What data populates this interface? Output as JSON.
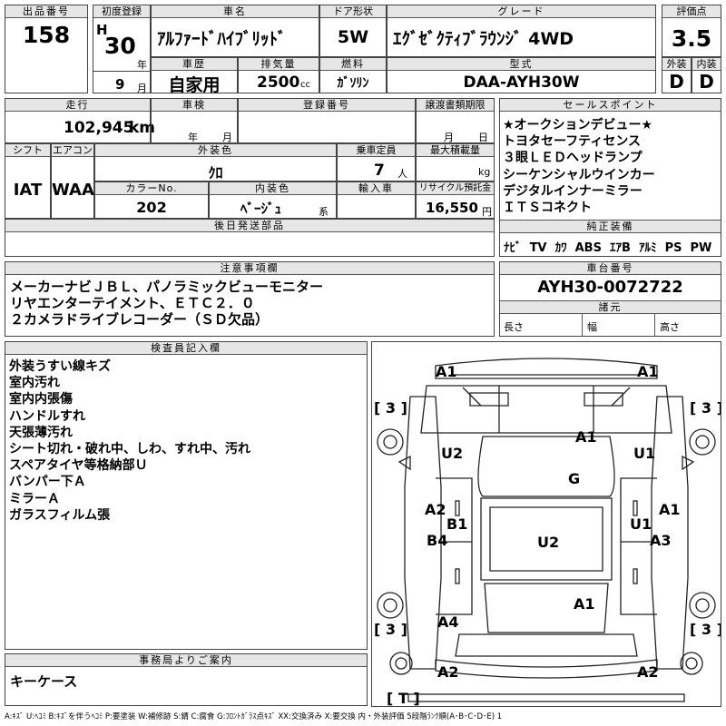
{
  "lot": {
    "label": "出品番号",
    "value": "158"
  },
  "first_reg": {
    "label": "初度登録",
    "era": "H",
    "year": "30",
    "year_unit": "年",
    "month": "9",
    "month_unit": "月"
  },
  "car_name": {
    "label": "車名",
    "value": "ｱﾙﾌｧｰﾄﾞﾊｲﾌﾞﾘｯﾄﾞ"
  },
  "door": {
    "label": "ドア形状",
    "value": "5W"
  },
  "grade": {
    "label": "グレード",
    "value": "ｴｸﾞｾﾞｸﾃｨﾌﾞﾗｳﾝｼﾞ 4WD"
  },
  "score": {
    "label": "評価点",
    "value": "3.5"
  },
  "history": {
    "label": "車歴",
    "value": "自家用"
  },
  "displacement": {
    "label": "排気量",
    "value": "2500",
    "unit": "cc"
  },
  "fuel": {
    "label": "燃料",
    "value": "ｶﾞｿﾘﾝ"
  },
  "model_code": {
    "label": "型式",
    "value": "DAA-AYH30W"
  },
  "ext_grade": {
    "label": "外装",
    "value": "D"
  },
  "int_grade": {
    "label": "内装",
    "value": "D"
  },
  "mileage": {
    "label": "走行",
    "value": "102,945",
    "unit": "km"
  },
  "inspection": {
    "label": "車検",
    "year_unit": "年",
    "month_unit": "月"
  },
  "reg_no": {
    "label": "登録番号"
  },
  "transfer": {
    "label": "譲渡書類期限",
    "month_unit": "月",
    "day_unit": "日"
  },
  "shift": {
    "label": "シフト",
    "value": "IAT"
  },
  "ac": {
    "label": "エアコン",
    "value": "WAA"
  },
  "ext_color": {
    "label": "外装色",
    "value": "ｸﾛ"
  },
  "capacity": {
    "label": "乗車定員",
    "value": "7",
    "unit": "人"
  },
  "max_load": {
    "label": "最大積載量",
    "unit": "kg"
  },
  "color_no": {
    "label": "カラーNo.",
    "value": "202"
  },
  "int_color": {
    "label": "内装色",
    "value": "ﾍﾞｰｼﾞｭ",
    "unit": "系"
  },
  "import": {
    "label": "輸入車"
  },
  "recycle": {
    "label": "リサイクル預託金",
    "value": "16,550",
    "unit": "円"
  },
  "later_parts": {
    "label": "後日発送部品"
  },
  "sales_points": {
    "label": "セールスポイント",
    "items": [
      "★オークションデビュー★",
      "トヨタセーフティセンス",
      "３眼ＬＥＤヘッドランプ",
      "シーケンシャルウインカー",
      "デジタルインナーミラー",
      "ＩＴＳコネクト"
    ]
  },
  "equipment": {
    "label": "純正装備",
    "items": [
      "ﾅﾋﾞ",
      "TV",
      "ｶﾜ",
      "ABS",
      "ｴｱB",
      "ｱﾙﾐ",
      "PS",
      "PW"
    ]
  },
  "notes": {
    "label": "注意事項欄",
    "lines": [
      "メーカーナビＪＢＬ、パノラミックビューモニター",
      "リヤエンターテイメント、ＥＴＣ２．０",
      "２カメラドライブレコーダー（ＳＤ欠品）"
    ]
  },
  "chassis": {
    "label": "車台番号",
    "value": "AYH30-0072722"
  },
  "dims": {
    "label": "諸元",
    "length": "長さ",
    "width": "幅",
    "height": "高さ"
  },
  "inspector": {
    "label": "検査員記入欄",
    "lines": [
      "外装うすい線キズ",
      "室内汚れ",
      "室内内張傷",
      "ハンドルすれ",
      "天張薄汚れ",
      "シート切れ・破れ中、しわ、すれ中、汚れ",
      "スペアタイヤ等格納部Ｕ",
      "バンパー下Ａ",
      "ミラーＡ",
      "ガラスフィルム張"
    ]
  },
  "office": {
    "label": "事務局よりご案内",
    "value": "キーケース"
  },
  "legend": "A:ｷｽﾞ U:ﾍｺﾐ B:ｷｽﾞを伴うﾍｺﾐ P:要塗装 W:補修跡 S:錆 C:腐食 G:ﾌﾛﾝﾄｶﾞﾗｽ点ｷｽﾞ XX:交換済み X:要交換 内・外装評価 5段階ﾗﾝｸ順(A･B･C･D･E) 1",
  "diagram": {
    "tires": {
      "fl": "3",
      "fr": "3",
      "rl": "3",
      "rr": "3",
      "spare": "T"
    },
    "marks": [
      "A1",
      "A1",
      "A1",
      "U2",
      "U1",
      "G",
      "A2",
      "B1",
      "A1",
      "U1",
      "B4",
      "U2",
      "A3",
      "A1",
      "A4",
      "A2",
      "A2"
    ]
  }
}
